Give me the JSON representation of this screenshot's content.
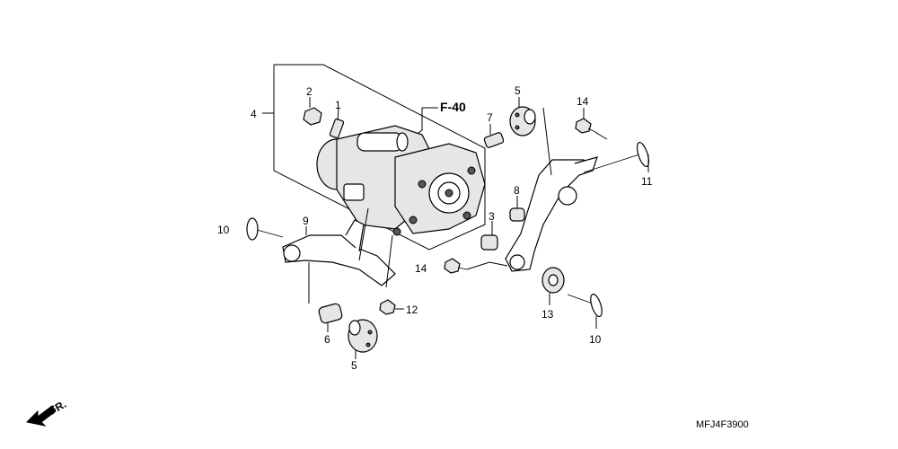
{
  "diagram": {
    "reference": "F-40",
    "drawing_code": "MFJ4F3900",
    "direction_label": "FR.",
    "callouts": [
      {
        "id": "c1",
        "text": "1"
      },
      {
        "id": "c2",
        "text": "2"
      },
      {
        "id": "c3",
        "text": "3"
      },
      {
        "id": "c4",
        "text": "4"
      },
      {
        "id": "c5a",
        "text": "5"
      },
      {
        "id": "c5b",
        "text": "5"
      },
      {
        "id": "c6",
        "text": "6"
      },
      {
        "id": "c7",
        "text": "7"
      },
      {
        "id": "c8",
        "text": "8"
      },
      {
        "id": "c9",
        "text": "9"
      },
      {
        "id": "c10a",
        "text": "10"
      },
      {
        "id": "c10b",
        "text": "10"
      },
      {
        "id": "c11",
        "text": "11"
      },
      {
        "id": "c12",
        "text": "12"
      },
      {
        "id": "c13",
        "text": "13"
      },
      {
        "id": "c14a",
        "text": "14"
      },
      {
        "id": "c14b",
        "text": "14"
      }
    ]
  }
}
